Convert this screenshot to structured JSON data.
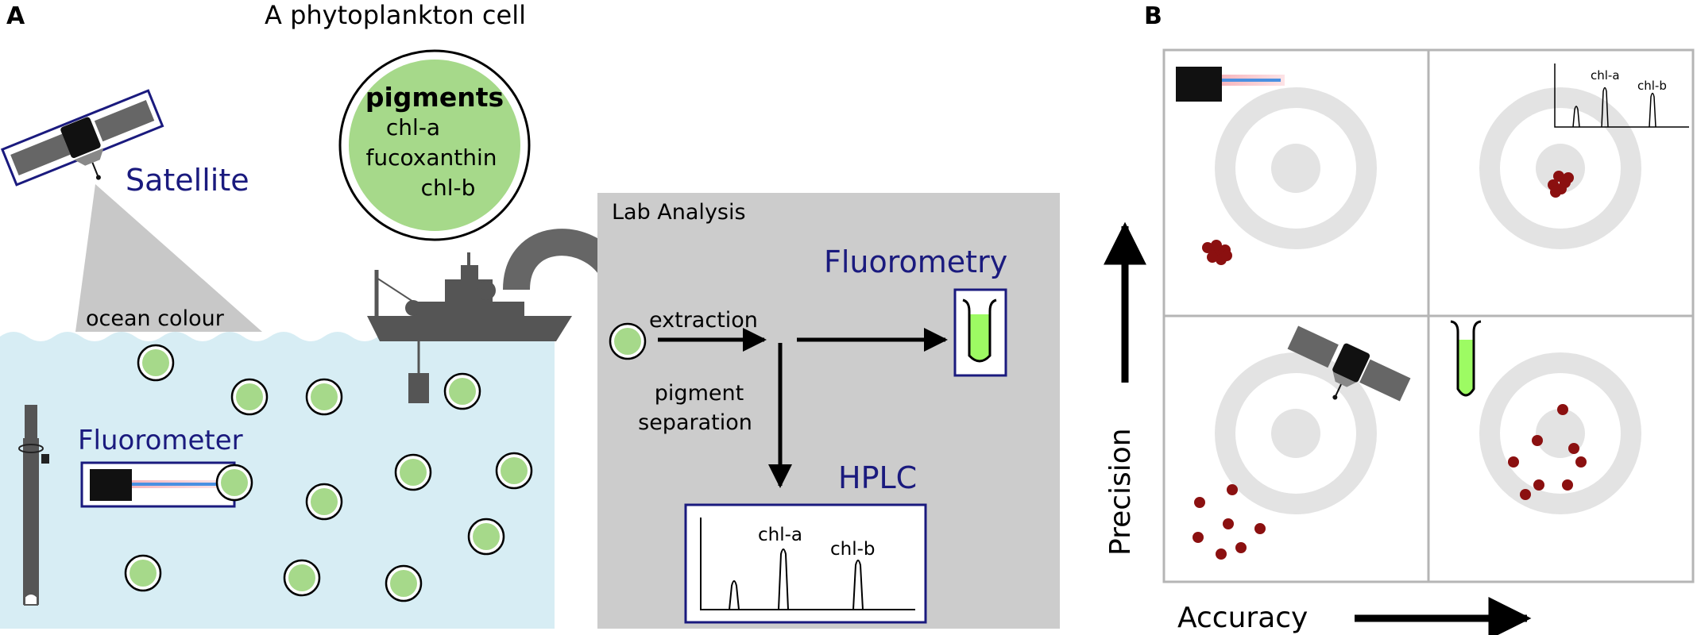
{
  "panel_a": {
    "letter": "A",
    "cell_title": "A phytoplankton cell",
    "pigments_heading": "pigments",
    "pigments": [
      "chl-a",
      "fucoxanthin",
      "chl-b"
    ],
    "satellite_label": "Satellite",
    "ocean_colour_label": "ocean colour",
    "fluorometer_label": "Fluorometer",
    "lab_title": "Lab Analysis",
    "fluorometry_label": "Fluorometry",
    "extraction_label": "extraction",
    "separation_line1": "pigment",
    "separation_line2": "separation",
    "hplc_label": "HPLC",
    "hplc_peak1": "chl-a",
    "hplc_peak2": "chl-b"
  },
  "panel_b": {
    "letter": "B",
    "y_axis_label": "Precision",
    "x_axis_label": "Accuracy",
    "mini_peak1": "chl-a",
    "mini_peak2": "chl-b"
  },
  "colors": {
    "navy": "#1a1a7e",
    "water": "#d7edf4",
    "cell_green": "#a6d98a",
    "lab_grey": "#cccccc",
    "dark_grey": "#555555",
    "target_grey": "#e3e3e3",
    "dot_red": "#8b1010",
    "tube_green": "#9dfb63"
  }
}
